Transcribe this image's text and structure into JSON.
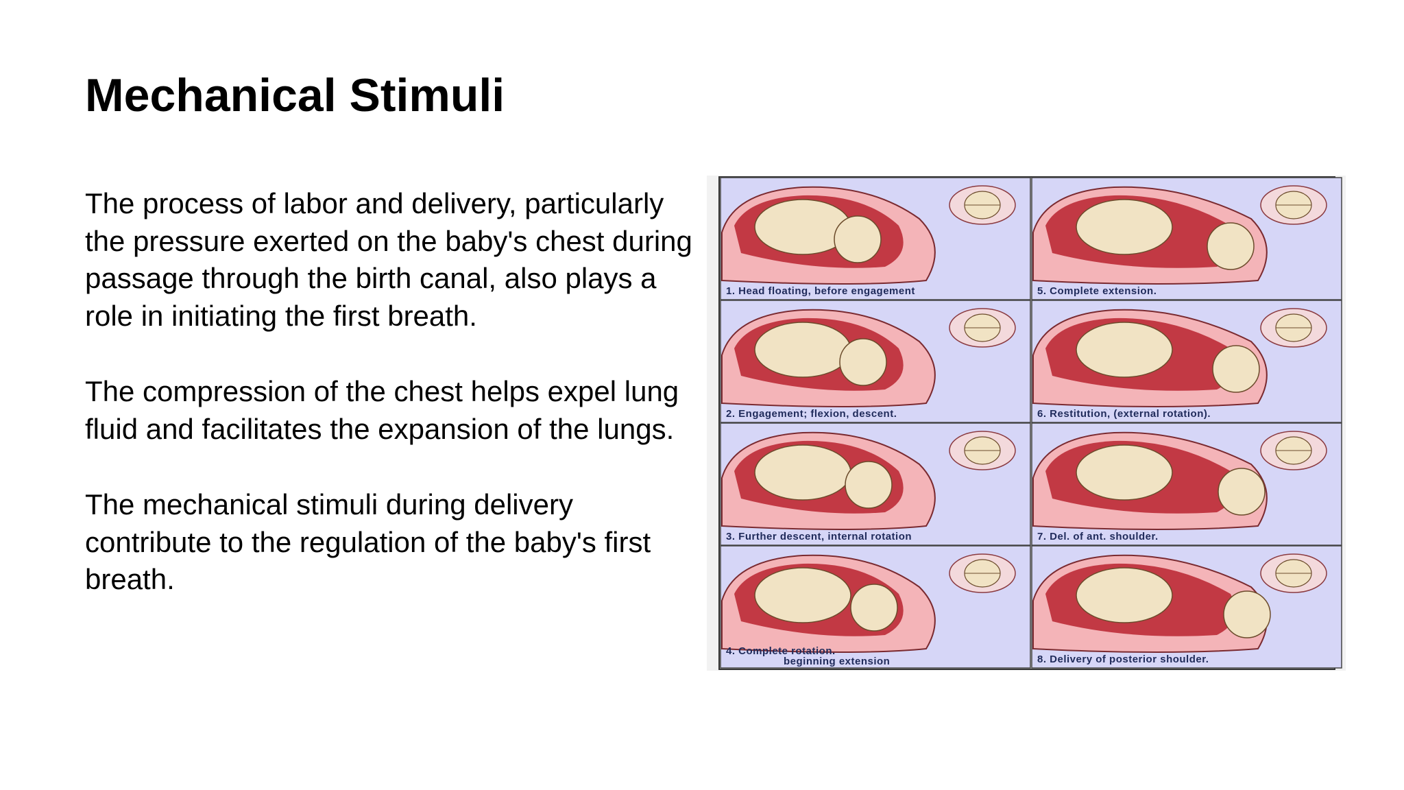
{
  "slide": {
    "title": "Mechanical Stimuli",
    "paragraphs": [
      "The process of labor and delivery, particularly the pressure exerted on the baby's chest during passage through the birth canal, also plays a role in initiating the first breath.",
      "The compression of the chest helps expel lung fluid and facilitates the expansion of the lungs.",
      "The mechanical stimuli during delivery contribute to the regulation of the baby's first breath."
    ]
  },
  "figure": {
    "panel_bg": "#d6d6f7",
    "uterus_color": "#f4b4b8",
    "fetus_color": "#f1e3c4",
    "accent_red": "#b8232f",
    "panels": [
      {
        "label": "1.  Head floating, before engagement"
      },
      {
        "label": "5.  Complete extension."
      },
      {
        "label": "2.  Engagement; flexion, descent."
      },
      {
        "label": "6.  Restitution, (external rotation)."
      },
      {
        "label": "3.  Further descent, internal rotation"
      },
      {
        "label": "7.  Del. of ant. shoulder."
      },
      {
        "label": "4. Complete rotation.",
        "label_line2": "beginning extension"
      },
      {
        "label": "8.  Delivery of posterior shoulder."
      }
    ]
  }
}
